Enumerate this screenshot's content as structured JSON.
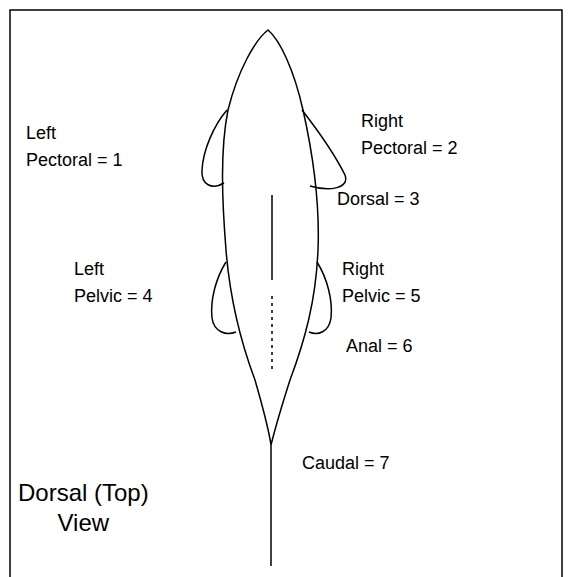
{
  "diagram": {
    "labels": [
      "Left Pectoral = 1",
      "Right Pectoral = 2",
      "Dorsal = 3",
      "Left Pelvic = 4",
      "Right Pelvic = 5",
      "Anal = 6",
      "Caudal = 7",
      "Dorsal (Top) View"
    ]
  }
}
